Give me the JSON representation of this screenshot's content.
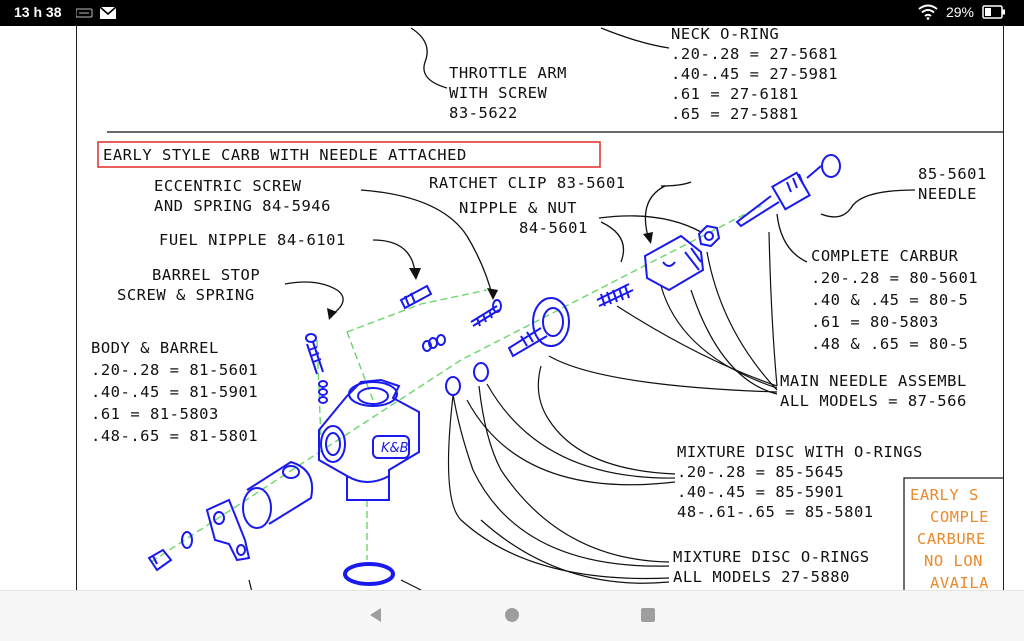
{
  "status_bar": {
    "time": "13 h 38",
    "battery": "29%",
    "icons": [
      "photos-notification-icon",
      "gmail-icon",
      "wifi-icon",
      "battery-icon"
    ]
  },
  "drawing": {
    "throttle_arm": [
      "THROTTLE ARM",
      "WITH SCREW",
      "83-5622"
    ],
    "neck_oring": [
      "NECK O-RING",
      ".20-.28 = 27-5681",
      ".40-.45 = 27-5981",
      ".61 = 27-6181",
      ".65 = 27-5881"
    ],
    "section_title": "EARLY STYLE CARB WITH NEEDLE ATTACHED",
    "eccentric_screw": [
      "ECCENTRIC SCREW",
      "AND SPRING 84-5946"
    ],
    "ratchet_clip": "RATCHET CLIP 83-5601",
    "nipple_nut": [
      "NIPPLE & NUT",
      "84-5601"
    ],
    "needle": [
      "85-5601",
      "NEEDLE"
    ],
    "fuel_nipple": "FUEL NIPPLE 84-6101",
    "barrel_stop": [
      "BARREL STOP",
      "SCREW & SPRING"
    ],
    "complete_carb": [
      "COMPLETE CARBUR",
      ".20-.28 = 80-5601",
      ".40 & .45 = 80-5",
      ".61 = 80-5803",
      ".48 & .65 = 80-5"
    ],
    "body_barrel": [
      "BODY & BARREL",
      ".20-.28 = 81-5601",
      ".40-.45 = 81-5901",
      ".61 = 81-5803",
      ".48-.65 = 81-5801"
    ],
    "main_needle": [
      "MAIN NEEDLE ASSEMBL",
      "ALL MODELS = 87-566"
    ],
    "mixture_disc": [
      "MIXTURE DISC WITH O-RINGS",
      ".20-.28 = 85-5645",
      ".40-.45 = 85-5901",
      "48-.61-.65 = 85-5801"
    ],
    "mixture_orings": [
      "MIXTURE DISC O-RINGS",
      "ALL MODELS 27-5880"
    ],
    "orange_note": [
      "EARLY S",
      "COMPLE",
      "CARBURE",
      "NO LON",
      "AVAILA"
    ],
    "carb_logo": "K&B"
  },
  "nav_bar": {
    "back": "back-icon",
    "home": "home-icon",
    "recents": "recents-icon"
  }
}
